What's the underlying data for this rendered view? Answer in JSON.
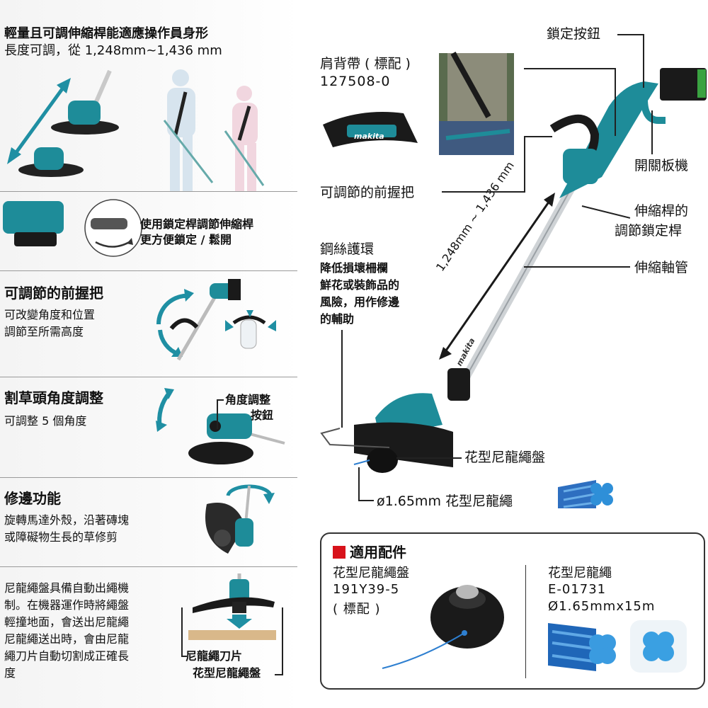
{
  "left": {
    "s1_title": "輕量且可調伸縮桿能適應操作員身形",
    "s1_sub": "長度可調，從 1,248mm~1,436 mm",
    "s2_text_1": "使用鎖定桿調節伸縮桿",
    "s2_text_2": "更方便鎖定 / 鬆開",
    "s3_title": "可調節的前握把",
    "s3_text_1": "可改變角度和位置",
    "s3_text_2": "調節至所需高度",
    "s4_title": "割草頭角度調整",
    "s4_text": "可調整 5 個角度",
    "s4_callout_1": "角度調整",
    "s4_callout_2": "按鈕",
    "s5_title": "修邊功能",
    "s5_text_1": "旋轉馬達外殼，沿著磚塊",
    "s5_text_2": "或障礙物生長的草修剪",
    "s6_text_1": "尼龍繩盤具備自動出繩機",
    "s6_text_2": "制。在機器運作時將繩盤",
    "s6_text_3": "輕撞地面，會送出尼龍繩",
    "s6_text_4": "尼龍繩送出時，會由尼龍",
    "s6_text_5": "繩刀片自動切割成正確長",
    "s6_text_6": "度",
    "s6_callout_1": "尼龍繩刀片",
    "s6_callout_2": "花型尼龍繩盤"
  },
  "right": {
    "strap_label": "肩背帶 ( 標配 )",
    "strap_model": "127508-0",
    "strap_brand": "makita",
    "lock_button": "鎖定按鈕",
    "switch_board": "開關板機",
    "front_grip": "可調節的前握把",
    "lock_lever_1": "伸縮桿的",
    "lock_lever_2": "調節鎖定桿",
    "telescopic_tube": "伸縮軸管",
    "guard_title": "鋼絲護環",
    "guard_text_1": "降低損壞柵欄",
    "guard_text_2": "鮮花或裝飾品的",
    "guard_text_3": "風險，用作修邊",
    "guard_text_4": "的輔助",
    "length_range": "1,248mm ~ 1,436 mm",
    "shaft_brand": "makita",
    "spool_label": "花型尼龍繩盤",
    "line_label": "ø1.65mm 花型尼龍繩"
  },
  "accessories": {
    "header": "適用配件",
    "spool_name": "花型尼龍繩盤",
    "spool_model": "191Y39-5",
    "spool_note": "( 標配 )",
    "line_name": "花型尼龍繩",
    "line_model": "E-01731",
    "line_spec": "Ø1.65mmx15m"
  },
  "colors": {
    "teal": "#1e8c99",
    "dark": "#1a1a1a",
    "accent_red": "#d8121b",
    "line_blue": "#2e7fd0",
    "arrow_blue": "#1f8fa3"
  }
}
